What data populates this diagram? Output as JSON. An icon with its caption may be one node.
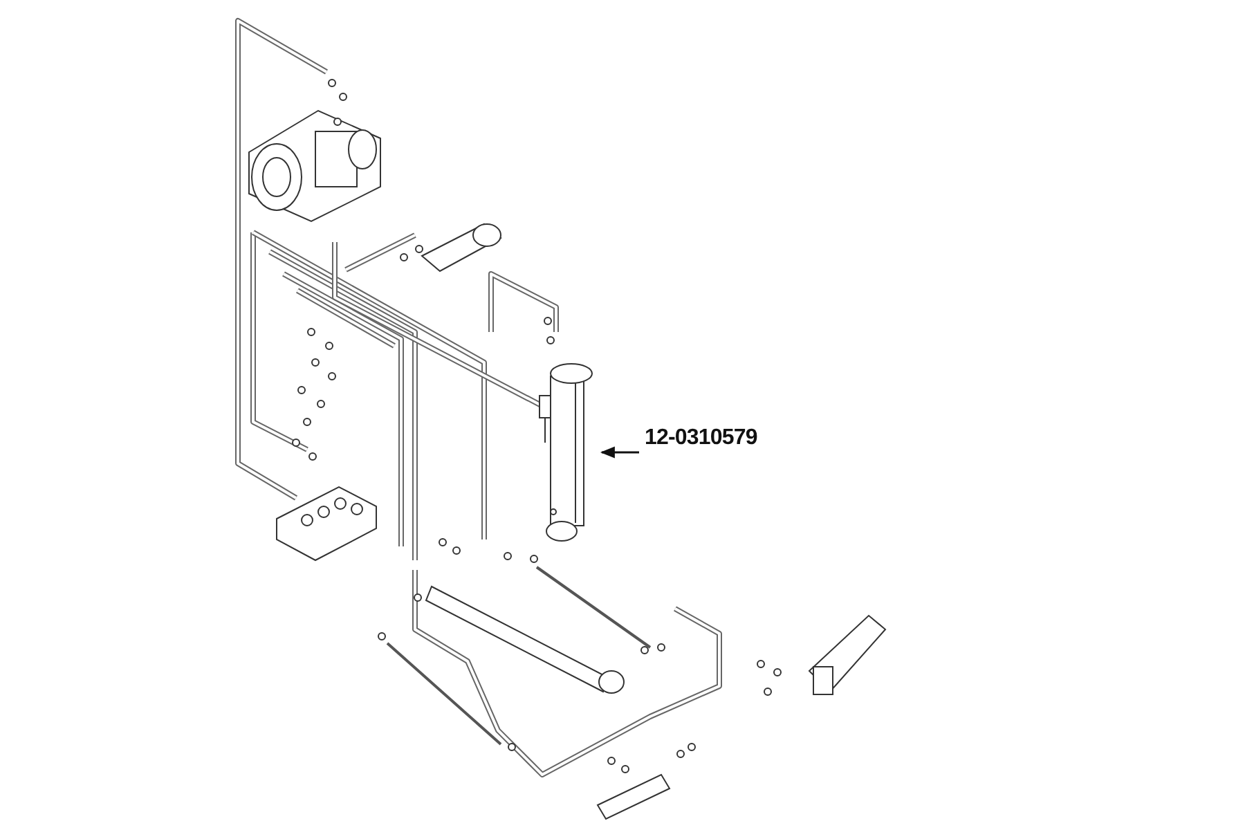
{
  "diagram": {
    "nodes": [
      {
        "text": [
          "12-0310579"
        ]
      },
      {
        "text": [],
        "shape": "cylinder"
      }
    ],
    "edges": [
      {
        "from": 0,
        "to": 1,
        "arrow": "to"
      }
    ]
  }
}
